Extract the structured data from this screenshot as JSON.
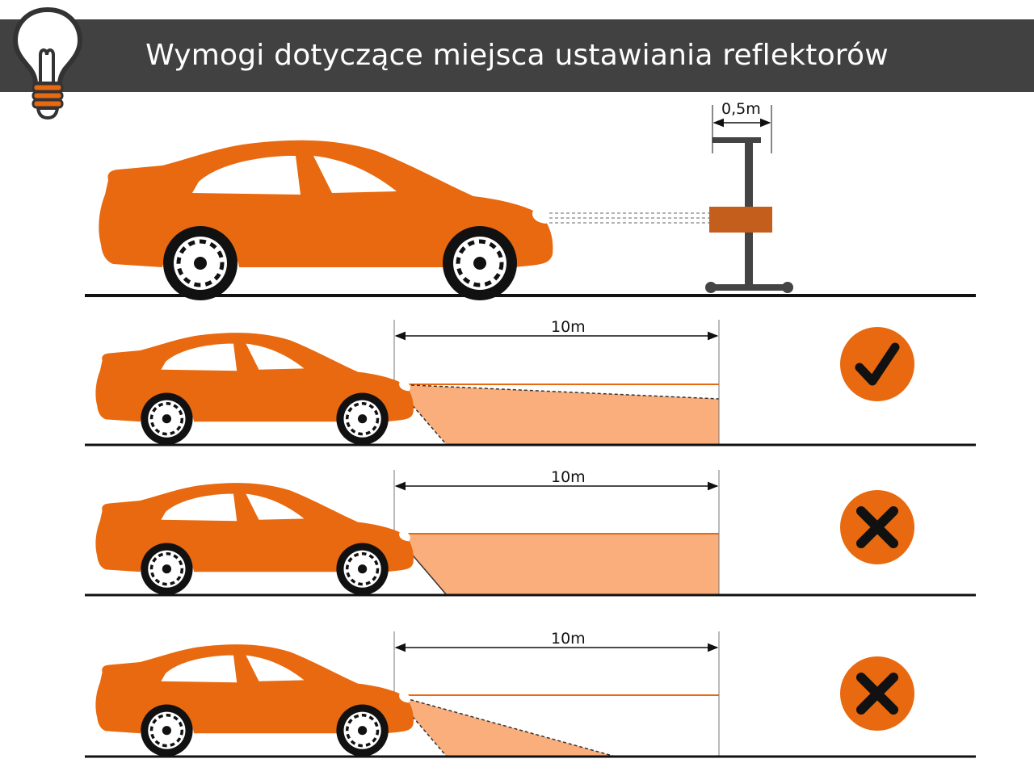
{
  "header": {
    "title": "Wymogi dotyczące miejsca ustawiania reflektorów"
  },
  "icons": {
    "bulb": "lightbulb-icon",
    "check": "check-icon",
    "cross": "cross-icon"
  },
  "colors": {
    "header_bg": "#414141",
    "car": "#E8690F",
    "beam": "#F9AE7C",
    "device": "#C45E1D",
    "frame": "#444444"
  },
  "setup": {
    "device_width_label": "0,5m"
  },
  "rows": [
    {
      "distance_label": "10m",
      "status": "correct"
    },
    {
      "distance_label": "10m",
      "status": "incorrect"
    },
    {
      "distance_label": "10m",
      "status": "incorrect"
    }
  ]
}
